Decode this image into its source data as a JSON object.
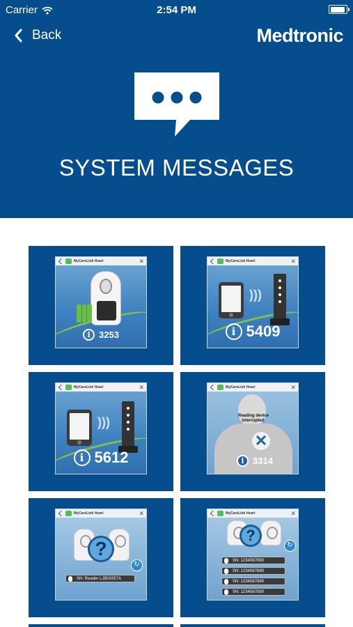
{
  "status_bar": {
    "carrier": "Carrier",
    "time": "2:54 PM"
  },
  "nav": {
    "back_label": "Back",
    "logo": "Medtronic"
  },
  "header": {
    "title": "SYSTEM MESSAGES",
    "icon": "speech-bubble-ellipsis-icon"
  },
  "screen_app_name": "MyCareLink Heart",
  "tiles": [
    {
      "code": "3253"
    },
    {
      "code": "5409"
    },
    {
      "code": "5612"
    },
    {
      "code": "3314",
      "caption": "Reading device interrupted."
    },
    {
      "reader_sn": "SN:  Reader LJB00357A"
    },
    {
      "serials": [
        "SN:  1234567890",
        "SN:  1234567890",
        "SN:  1234567890",
        "SN:  1234567890"
      ]
    }
  ],
  "colors": {
    "header_bg": "#054d8c",
    "tile_bg": "#054d8c",
    "accent_green": "#8cc63f"
  }
}
